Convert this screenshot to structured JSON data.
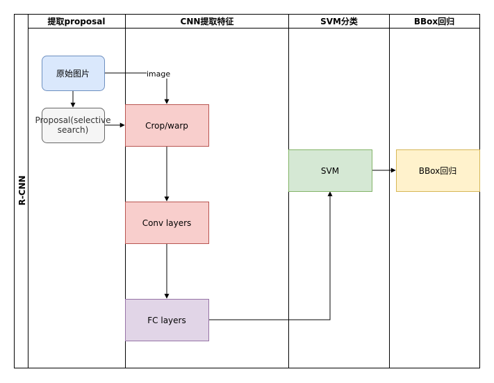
{
  "pool": {
    "title": "R-CNN"
  },
  "lanes": [
    {
      "id": "lane-proposal",
      "title": "提取proposal"
    },
    {
      "id": "lane-cnn",
      "title": "CNN提取特征"
    },
    {
      "id": "lane-svm",
      "title": "SVM分类"
    },
    {
      "id": "lane-bbox",
      "title": "BBox回归"
    }
  ],
  "nodes": {
    "original_image": {
      "label": "原始图片",
      "fill": "#dae8fc",
      "stroke": "#6c8ebf"
    },
    "proposal": {
      "line1": "Proposal(selective",
      "line2": "search)",
      "fill": "#f5f5f5",
      "stroke": "#666666"
    },
    "crop_warp": {
      "label": "Crop/warp",
      "fill": "#f8cecc",
      "stroke": "#b85450"
    },
    "conv_layers": {
      "label": "Conv layers",
      "fill": "#f8cecc",
      "stroke": "#b85450"
    },
    "fc_layers": {
      "label": "FC layers",
      "fill": "#e1d5e7",
      "stroke": "#9673a6"
    },
    "svm": {
      "label": "SVM",
      "fill": "#d5e8d4",
      "stroke": "#82b366"
    },
    "bbox": {
      "label": "BBox回归",
      "fill": "#fff2cc",
      "stroke": "#d6b656"
    }
  },
  "edges": {
    "image_label": "image"
  }
}
